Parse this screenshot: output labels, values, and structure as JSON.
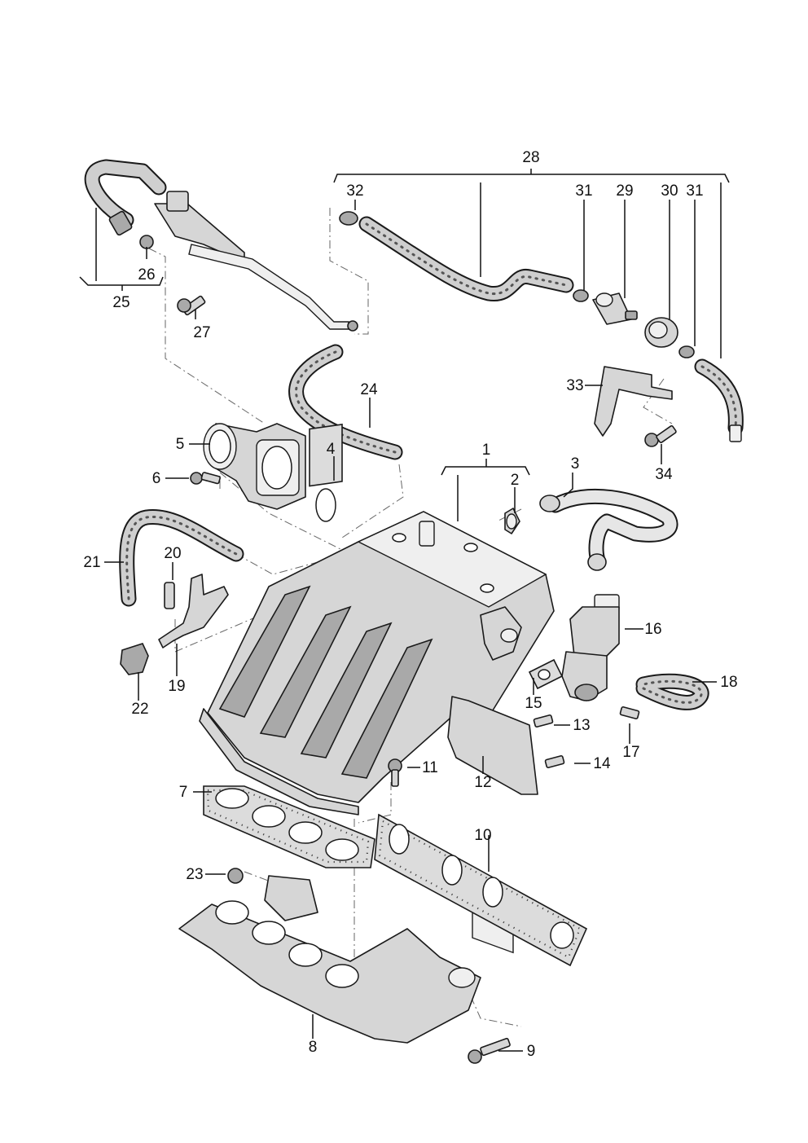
{
  "callouts": {
    "c1": "1",
    "c2": "2",
    "c3": "3",
    "c4": "4",
    "c5": "5",
    "c6": "6",
    "c7": "7",
    "c8": "8",
    "c9": "9",
    "c10": "10",
    "c11": "11",
    "c12": "12",
    "c13": "13",
    "c14": "14",
    "c15": "15",
    "c16": "16",
    "c17": "17",
    "c18": "18",
    "c19": "19",
    "c20": "20",
    "c21": "21",
    "c22": "22",
    "c23": "23",
    "c24": "24",
    "c25": "25",
    "c26": "26",
    "c27": "27",
    "c28": "28",
    "c29": "29",
    "c30": "30",
    "c31a": "31",
    "c31b": "31",
    "c32": "32",
    "c33": "33",
    "c34": "34"
  }
}
